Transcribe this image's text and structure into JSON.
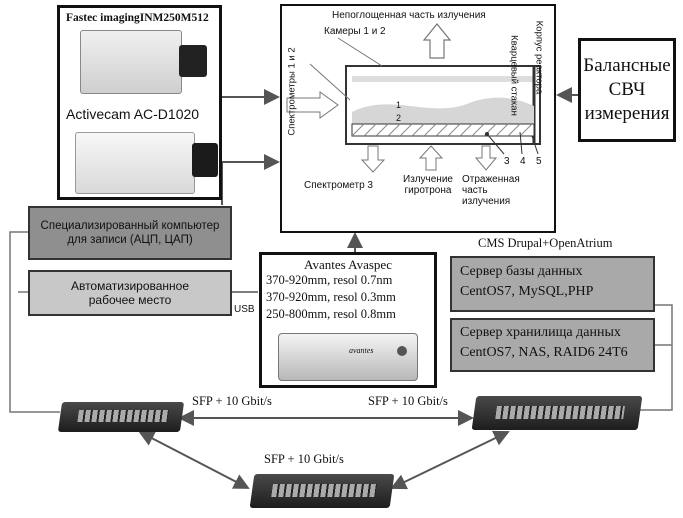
{
  "cameras": {
    "title1": "Fastec imagingINM250M512",
    "title2": "Activecam AC-D1020"
  },
  "reactor": {
    "top": "Непоглощенная часть излучения",
    "cams": "Камеры 1 и 2",
    "spectrometers": "Спектрометры 1 и 2",
    "body": "Корпус реактора",
    "quartz": "Кварцевый стакан",
    "num1": "1",
    "num2": "2",
    "num3": "3",
    "num4": "4",
    "num5": "5",
    "spec3": "Спектрометр 3",
    "gyro": "Излучение гиротрона",
    "reflected": "Отраженная часть излучения"
  },
  "balance": "Балансные СВЧ измерения",
  "pc1": "Специализированный компьютер для записи (АЦП, ЦАП)",
  "pc2": "Автоматизированное рабочее место",
  "usb": "USB",
  "avantes": {
    "title": "Avantes Avaspec",
    "l1": "370-920mm, resol 0.7nm",
    "l2": "370-920mm, resol 0.3mm",
    "l3": "250-800mm, resol 0.8mm",
    "brand": "avantes"
  },
  "cms": "CMS Drupal+OpenAtrium",
  "db": {
    "l1": "Сервер базы данных",
    "l2": "CentOS7, MySQL,PHP"
  },
  "storage": {
    "l1": "Сервер хранилища данных",
    "l2": "CentOS7, NAS, RAID6 24T6"
  },
  "links": {
    "left": "SFP + 10 Gbit/s",
    "right": "SFP + 10 Gbit/s",
    "bottom": "SFP + 10 Gbit/s"
  }
}
